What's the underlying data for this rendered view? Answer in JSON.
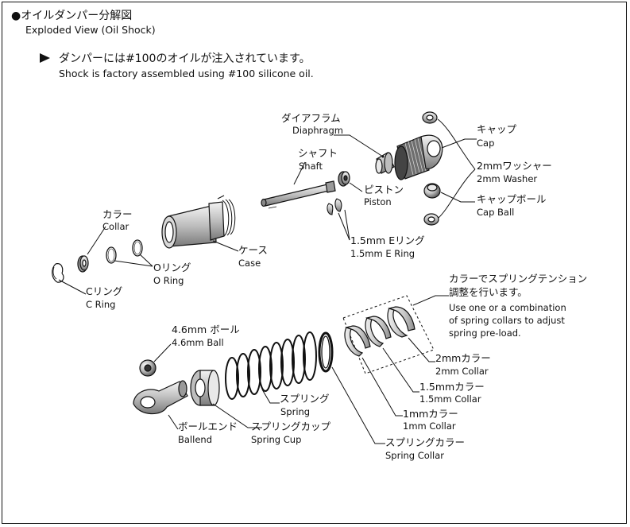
{
  "header": {
    "title_jp": "●オイルダンパー分解図",
    "title_en": "Exploded View (Oil Shock)",
    "note_jp": "ダンパーには#100のオイルが注入されています。",
    "note_en": "Shock is factory assembled using #100 silicone oil."
  },
  "labels": {
    "diaphragm": {
      "jp": "ダイアフラム",
      "en": "Diaphragm"
    },
    "shaft": {
      "jp": "シャフト",
      "en": "Shaft"
    },
    "piston": {
      "jp": "ピストン",
      "en": "Piston"
    },
    "cap": {
      "jp": "キャップ",
      "en": "Cap"
    },
    "washer": {
      "jp": "2mmワッシャー",
      "en": "2mm Washer"
    },
    "cap_ball": {
      "jp": "キャップボール",
      "en": "Cap Ball"
    },
    "e_ring": {
      "jp": "1.5mm Eリング",
      "en": "1.5mm E Ring"
    },
    "case": {
      "jp": "ケース",
      "en": "Case"
    },
    "collar": {
      "jp": "カラー",
      "en": "Collar"
    },
    "o_ring": {
      "jp": "Oリング",
      "en": "O Ring"
    },
    "c_ring": {
      "jp": "Cリング",
      "en": "C Ring"
    },
    "ball": {
      "jp": "4.6mm ボール",
      "en": "4.6mm Ball"
    },
    "spring": {
      "jp": "スプリング",
      "en": "Spring"
    },
    "ballend": {
      "jp": "ボールエンド",
      "en": "Ballend"
    },
    "spring_cup": {
      "jp": "スプリングカップ",
      "en": "Spring Cup"
    },
    "spring_collar": {
      "jp": "スプリングカラー",
      "en": "Spring Collar"
    },
    "collar_1mm": {
      "jp": "1mmカラー",
      "en": "1mm Collar"
    },
    "collar_15mm": {
      "jp": "1.5mmカラー",
      "en": "1.5mm Collar"
    },
    "collar_2mm": {
      "jp": "2mmカラー",
      "en": "2mm Collar"
    },
    "preload_note": {
      "jp1": "カラーでスプリングテンション",
      "jp2": "調整を行います。",
      "en1": "Use one or a combination",
      "en2": "of spring collars to adjust",
      "en3": "spring pre-load."
    }
  }
}
